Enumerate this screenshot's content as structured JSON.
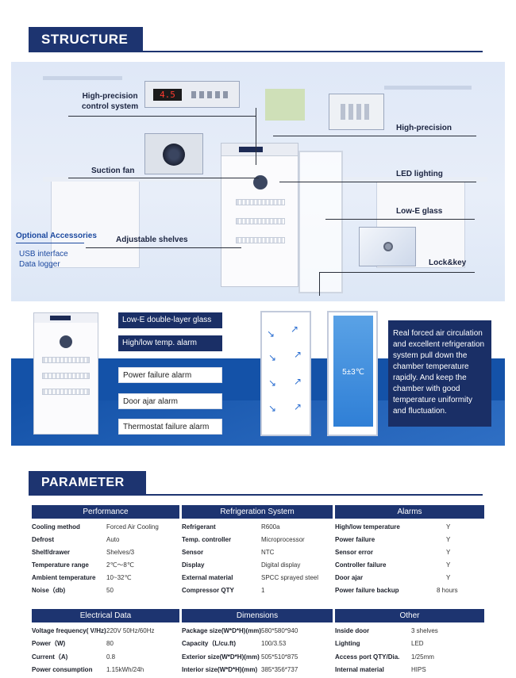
{
  "structure": {
    "title": "STRUCTURE",
    "labels": {
      "control": [
        "High-precision",
        "control system"
      ],
      "suction_fan": "Suction fan",
      "high_precision": "High-precision",
      "led": "LED lighting",
      "lowe": "Low-E glass",
      "optional_title": "Optional Accessories",
      "usb": "USB interface",
      "logger": "Data logger",
      "shelves": "Adjustable shelves",
      "lock": "Lock&key"
    },
    "display_value": "4.5"
  },
  "features": {
    "items": [
      "Low-E double-layer glass",
      "High/low temp. alarm",
      "Power failure alarm",
      "Door ajar alarm",
      "Thermostat failure alarm"
    ],
    "temp_range": "5±3℃",
    "description": "Real forced air circulation and excellent refrigeration system pull down the chamber temperature rapidly. And keep the chamber with good temperature uniformity and fluctuation."
  },
  "parameter": {
    "title": "PARAMETER",
    "groups_top": [
      {
        "title": "Performance",
        "rows": [
          [
            "Cooling method",
            "Forced Air Cooling"
          ],
          [
            "Defrost",
            "Auto"
          ],
          [
            "Shelf/drawer",
            "Shelves/3"
          ],
          [
            "Temperature range",
            "2℃～8℃"
          ],
          [
            "Ambient temperature",
            "10~32℃"
          ],
          [
            "Noise（db)",
            "50"
          ]
        ]
      },
      {
        "title": "Refrigeration System",
        "rows": [
          [
            "Refrigerant",
            "R600a"
          ],
          [
            "Temp. controller",
            "Microprocessor"
          ],
          [
            "Sensor",
            "NTC"
          ],
          [
            "Display",
            "Digital display"
          ],
          [
            "External material",
            "SPCC sprayed steel"
          ],
          [
            "Compressor QTY",
            "1"
          ]
        ]
      },
      {
        "title": "Alarms",
        "rows": [
          [
            "High/low temperature",
            "Y"
          ],
          [
            "Power failure",
            "Y"
          ],
          [
            "Sensor error",
            "Y"
          ],
          [
            "Controller  failure",
            "Y"
          ],
          [
            "Door ajar",
            "Y"
          ],
          [
            "Power failure backup",
            "8 hours"
          ]
        ]
      }
    ],
    "groups_bottom": [
      {
        "title": "Electrical Data",
        "rows": [
          [
            "Voltage frequency( V/Hz)",
            "220V 50Hz/60Hz"
          ],
          [
            "Power（W)",
            "80"
          ],
          [
            "Current（A)",
            "0.8"
          ],
          [
            "Power consumption",
            "1.15kWh/24h"
          ]
        ]
      },
      {
        "title": "Dimensions",
        "rows": [
          [
            "Package size(W*D*H)(mm)",
            "580*580*940"
          ],
          [
            "Capacity（L/cu.ft)",
            "100/3.53"
          ],
          [
            "Exterior size(W*D*H)(mm)",
            "505*510*875"
          ],
          [
            "Interior size(W*D*H)(mm)",
            "385*356*737"
          ]
        ]
      },
      {
        "title": "Other",
        "rows": [
          [
            "Inside door",
            "3 shelves"
          ],
          [
            "Lighting",
            "LED"
          ],
          [
            "Access port QTY/Dia.",
            "1/25mm"
          ],
          [
            "Internal material",
            "HIPS"
          ]
        ]
      }
    ]
  }
}
